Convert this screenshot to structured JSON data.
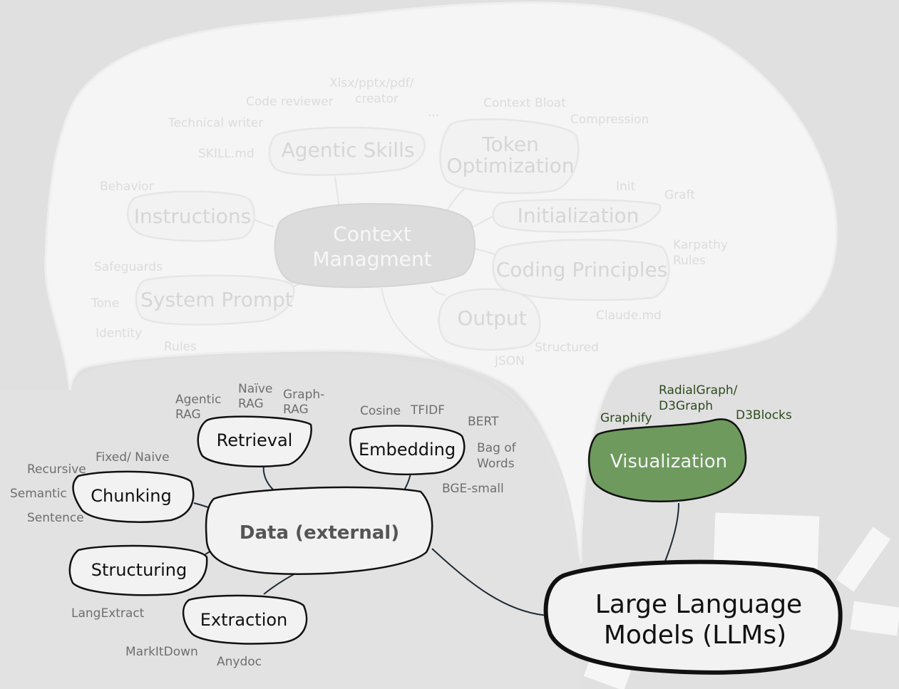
{
  "context_cluster": {
    "center": [
      "Context",
      "Managment"
    ],
    "nodes": {
      "agentic_skills": "Agentic Skills",
      "token_optimization": [
        "Token",
        "Optimization"
      ],
      "instructions": "Instructions",
      "initialization": "Initialization",
      "coding_principles": "Coding Principles",
      "system_prompt": "System Prompt",
      "output": "Output"
    },
    "leaves": {
      "xlsx": [
        "Xlsx/pptx/pdf/",
        "creator"
      ],
      "code_reviewer": "Code reviewer",
      "technical_writer": "Technical writer",
      "skill_md": "SKILL.md",
      "ellipsis": "...",
      "context_bloat": "Context Bloat",
      "compression": "Compression",
      "behavior": "Behavior",
      "init": "Init",
      "graft": "Graft",
      "karpathy": [
        "Karpathy",
        "Rules"
      ],
      "safeguards": "Safeguards",
      "tone": "Tone",
      "identity": "Identity",
      "rules": "Rules",
      "claude_md": "Claude.md",
      "structured": "Structured",
      "json": "JSON"
    }
  },
  "data_cluster": {
    "center": "Data (external)",
    "nodes": {
      "retrieval": "Retrieval",
      "embedding": "Embedding",
      "chunking": "Chunking",
      "structuring": "Structuring",
      "extraction": "Extraction"
    },
    "leaves": {
      "agentic_rag": [
        "Agentic",
        "RAG"
      ],
      "naive_rag": [
        "Naïve",
        "RAG"
      ],
      "graph_rag": [
        "Graph-",
        "RAG"
      ],
      "cosine": "Cosine",
      "tfidf": "TFIDF",
      "bert": "BERT",
      "bag_of_words": [
        "Bag of",
        "Words"
      ],
      "bge_small": "BGE-small",
      "fixed_naive": "Fixed/ Naive",
      "recursive": "Recursive",
      "semantic": "Semantic",
      "sentence": "Sentence",
      "langextract": "LangExtract",
      "markitdown": "MarkItDown",
      "anydoc": "Anydoc"
    }
  },
  "visualization": {
    "label": "Visualization",
    "leaves": {
      "graphify": "Graphify",
      "radialgraph": [
        "RadialGraph/",
        "D3Graph"
      ],
      "d3blocks": "D3Blocks"
    },
    "color": "#6e9a5e"
  },
  "root": {
    "label": [
      "Large Language",
      "Models (LLMs)"
    ]
  }
}
